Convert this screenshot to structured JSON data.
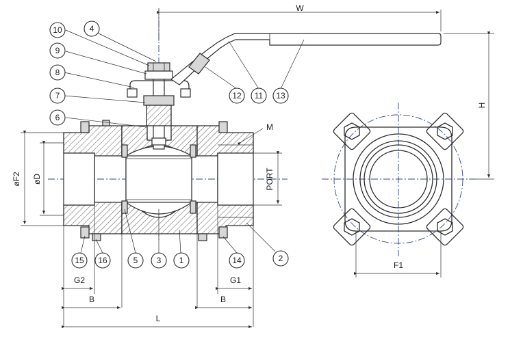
{
  "part_labels": {
    "p1": "1",
    "p2": "2",
    "p3": "3",
    "p4": "4",
    "p5": "5",
    "p6": "6",
    "p7": "7",
    "p8": "8",
    "p9": "9",
    "p10": "10",
    "p11": "11",
    "p12": "12",
    "p13": "13",
    "p14": "14",
    "p15": "15",
    "p16": "16"
  },
  "dimension_labels": {
    "W": "W",
    "H": "H",
    "M": "M",
    "F2": "øF2",
    "D": "øD",
    "PORT": "PORT",
    "G1": "G1",
    "G2": "G2",
    "B_left": "B",
    "B_right": "B",
    "L": "L",
    "F1": "F1"
  }
}
